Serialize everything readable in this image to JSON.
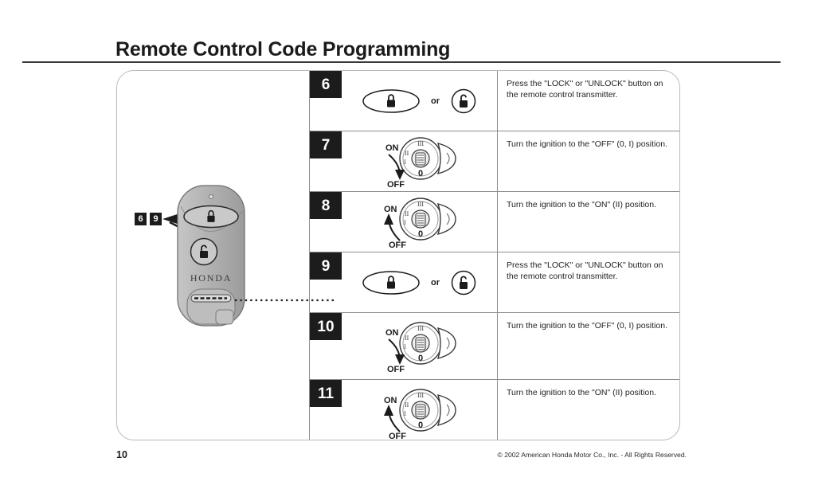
{
  "header": {
    "title": "Remote Control Code Programming"
  },
  "illustration": {
    "brand": "HONDA",
    "callouts": [
      {
        "label": "6"
      },
      {
        "label": "9"
      }
    ],
    "icons": {
      "lock": "lock-closed-icon",
      "unlock": "lock-open-icon",
      "led": "led-indicator-icon",
      "panic": "panic-slot-icon"
    }
  },
  "steps": [
    {
      "number": "6",
      "figure": "remote-buttons",
      "or_label": "or",
      "instruction": "Press the \"LOCK\" or \"UNLOCK\" button on the remote control transmitter."
    },
    {
      "number": "7",
      "figure": "ignition-off",
      "on_label": "ON",
      "off_label": "OFF",
      "dial_zero": "0",
      "instruction": "Turn the ignition to the \"OFF\" (0, I) position."
    },
    {
      "number": "8",
      "figure": "ignition-on",
      "on_label": "ON",
      "off_label": "OFF",
      "dial_zero": "0",
      "instruction": "Turn the ignition to the \"ON\" (II) position."
    },
    {
      "number": "9",
      "figure": "remote-buttons",
      "or_label": "or",
      "instruction": "Press the \"LOCK\" or \"UNLOCK\" button on the remote control transmitter."
    },
    {
      "number": "10",
      "figure": "ignition-off",
      "on_label": "ON",
      "off_label": "OFF",
      "dial_zero": "0",
      "instruction": "Turn the ignition to the \"OFF\" (0, I) position."
    },
    {
      "number": "11",
      "figure": "ignition-on",
      "on_label": "ON",
      "off_label": "OFF",
      "dial_zero": "0",
      "instruction": "Turn the ignition to the \"ON\" (II) position."
    }
  ],
  "footer": {
    "page_number": "10",
    "copyright": "© 2002 American Honda Motor Co., Inc. - All Rights Reserved."
  },
  "colors": {
    "badge_bg": "#1c1c1c",
    "badge_text": "#ffffff",
    "rule": "#3a3a3a",
    "grid": "#8d8d8d",
    "card_border": "#b9b9b9",
    "fob_body": "#b4b4b4",
    "fob_shade": "#9a9a9a"
  }
}
